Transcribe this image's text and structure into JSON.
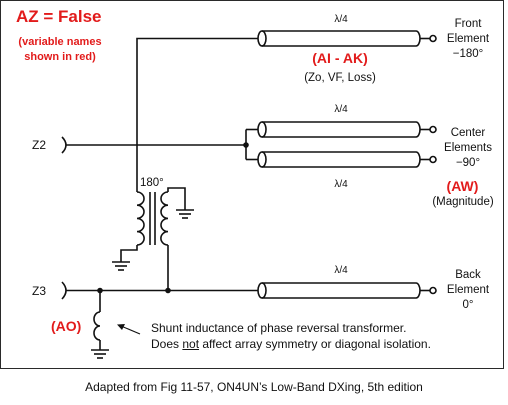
{
  "header": {
    "title": "AZ = False",
    "note": "(variable names\nshown in red)"
  },
  "elements": {
    "front": {
      "line": "Front\nElement\n−180°"
    },
    "center": {
      "line": "Center\nElements\n−90°"
    },
    "back": {
      "line": "Back\nElement\n0°"
    }
  },
  "lines": {
    "front_quarter": "λ/4",
    "center_top_quarter": "λ/4",
    "center_bottom_quarter": "λ/4",
    "back_quarter": "λ/4"
  },
  "variables": {
    "ai_ak": "(AI - AK)",
    "ai_ak_desc": "(Zo, VF, Loss)",
    "aw": "(AW)",
    "aw_desc": "(Magnitude)",
    "ao": "(AO)"
  },
  "ports": {
    "z2": "Z2",
    "z3": "Z3"
  },
  "transformer": {
    "phase": "180°"
  },
  "annotation": {
    "line1": "Shunt inductance of phase reversal transformer.",
    "line2_pre": "Does ",
    "line2_emph": "not",
    "line2_post": " affect array symmetry or diagonal isolation."
  },
  "caption": "Adapted from Fig 11-57,  ON4UN’s Low-Band DXing, 5th edition"
}
